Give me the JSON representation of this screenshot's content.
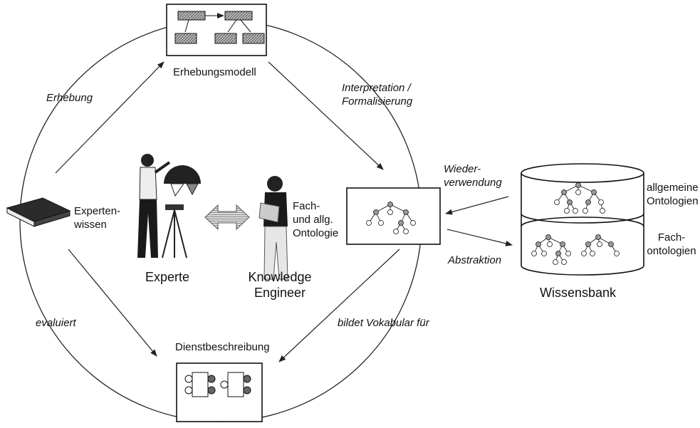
{
  "nodes": {
    "erhebungsmodell": "Erhebungsmodell",
    "expertenwissen": [
      "Experten-",
      "wissen"
    ],
    "fach_allg_ontologie": [
      "Fach-",
      "und allg.",
      "Ontologie"
    ],
    "dienstbeschreibung": "Dienstbeschreibung",
    "wissensbank": "Wissensbank",
    "allgemeine_ontologien": [
      "allgemeine",
      "Ontologien"
    ],
    "fachontologien": [
      "Fach-",
      "ontologien"
    ]
  },
  "people": {
    "experte": "Experte",
    "knowledge_engineer": [
      "Knowledge",
      "Engineer"
    ]
  },
  "edges": {
    "erhebung": "Erhebung",
    "interpretation": [
      "Interpretation /",
      "Formalisierung"
    ],
    "wiederverwendung": [
      "Wieder-",
      "verwendung"
    ],
    "abstraktion": "Abstraktion",
    "evaluiert": "evaluiert",
    "bildet_vokabular": "bildet Vokabular für"
  }
}
